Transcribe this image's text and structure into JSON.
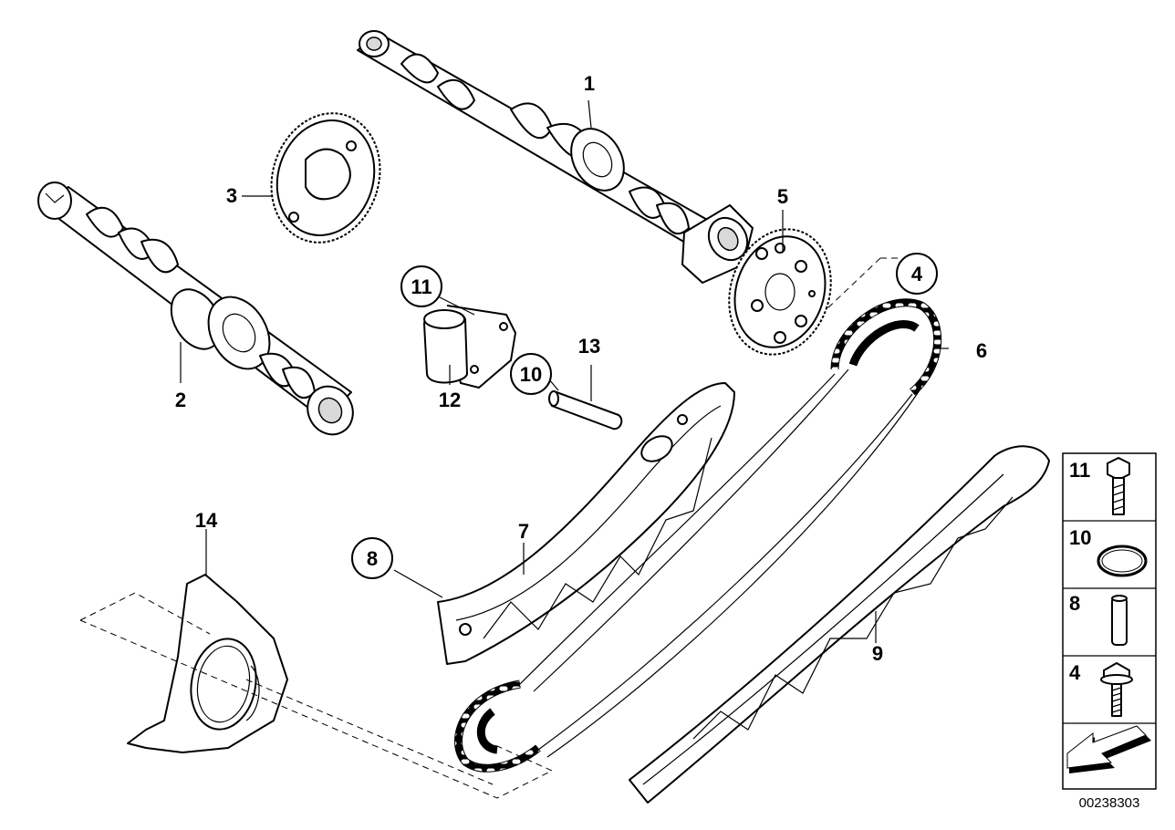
{
  "callouts": {
    "c1": "1",
    "c2": "2",
    "c3": "3",
    "c4": "4",
    "c5": "5",
    "c6": "6",
    "c7": "7",
    "c8": "8",
    "c9": "9",
    "c10": "10",
    "c11": "11",
    "c12": "12",
    "c13": "13",
    "c14": "14"
  },
  "legend": {
    "items": [
      {
        "label": "11",
        "icon": "bolt-icon"
      },
      {
        "label": "10",
        "icon": "o-ring-icon"
      },
      {
        "label": "8",
        "icon": "pin-icon"
      },
      {
        "label": "4",
        "icon": "flange-bolt-icon"
      }
    ],
    "arrow_icon": "direction-arrow-icon"
  },
  "document_number": "00238303"
}
